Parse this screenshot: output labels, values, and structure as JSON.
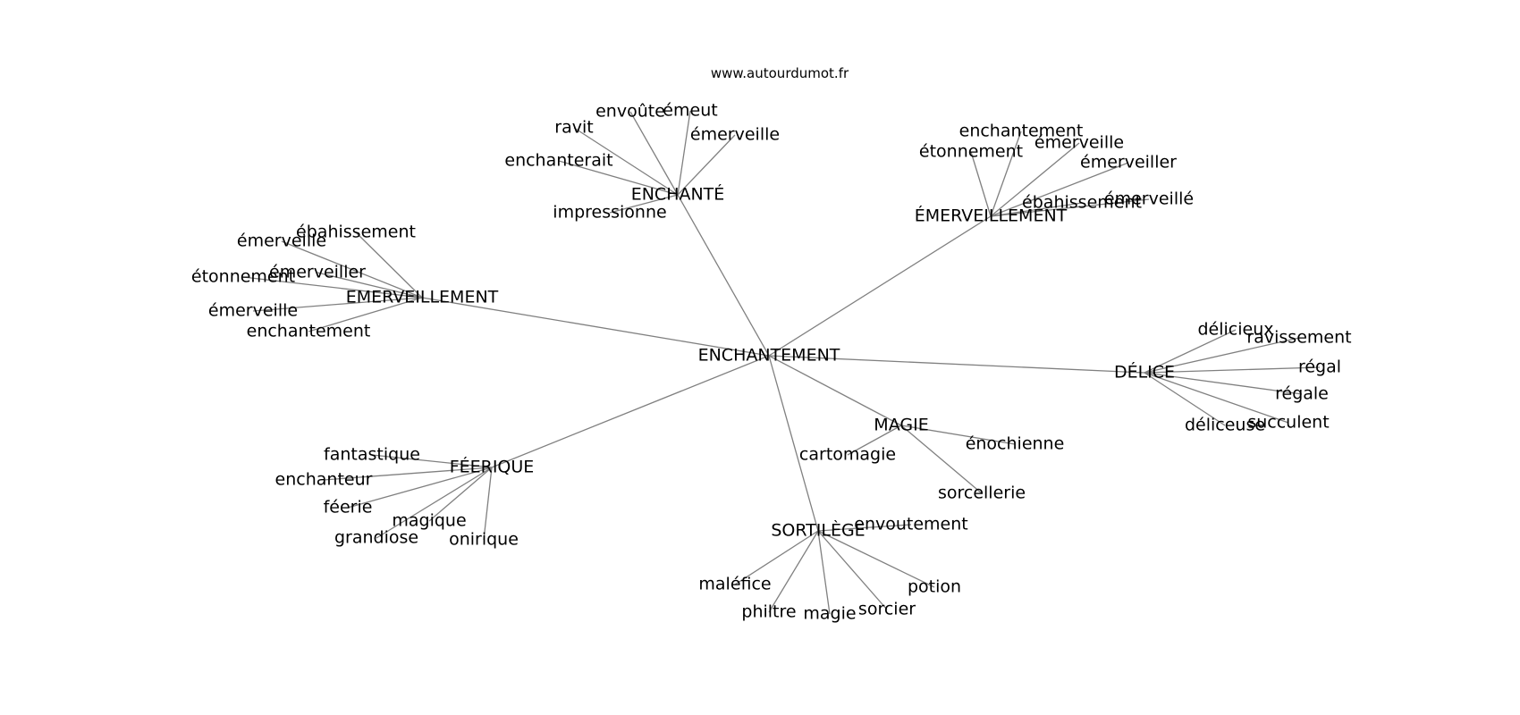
{
  "watermark": "www.autourdumot.fr",
  "center": "ENCHANTEMENT",
  "groups": [
    {
      "id": "enchante",
      "label": "ENCHANTÉ",
      "leaves": [
        "envoûte",
        "émeut",
        "ravit",
        "émerveille",
        "enchanterait",
        "impressionne"
      ]
    },
    {
      "id": "emerveillement-accent",
      "label": "ÉMERVEILLEMENT",
      "leaves": [
        "enchantement",
        "étonnement",
        "émerveille",
        "émerveiller",
        "ébahissement",
        "émerveillé"
      ]
    },
    {
      "id": "emerveillement",
      "label": "EMERVEILLEMENT",
      "leaves": [
        "ébahissement",
        "émerveille",
        "émerveiller",
        "étonnement",
        "émerveille",
        "enchantement"
      ]
    },
    {
      "id": "delice",
      "label": "DÉLICE",
      "leaves": [
        "délicieux",
        "ravissement",
        "régal",
        "régale",
        "déliceuse",
        "succulent"
      ]
    },
    {
      "id": "magie",
      "label": "MAGIE",
      "leaves": [
        "cartomagie",
        "énochienne",
        "sorcellerie"
      ]
    },
    {
      "id": "feerique",
      "label": "FÉERIQUE",
      "leaves": [
        "fantastique",
        "enchanteur",
        "féerie",
        "magique",
        "grandiose",
        "onirique"
      ]
    },
    {
      "id": "sortilege",
      "label": "SORTILÈGE",
      "leaves": [
        "envoutement",
        "maléfice",
        "potion",
        "philtre",
        "magie",
        "sorcier"
      ]
    }
  ]
}
